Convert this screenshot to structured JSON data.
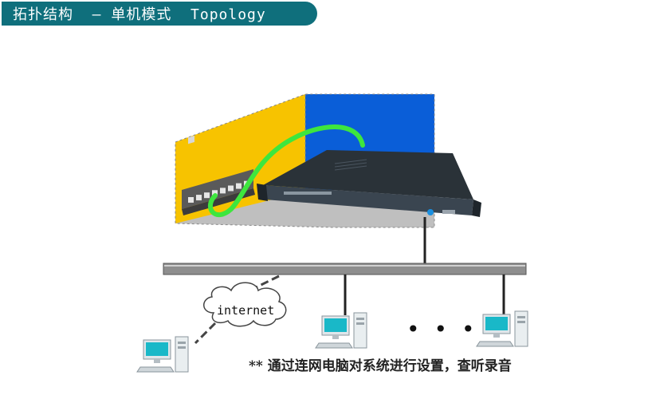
{
  "title": {
    "text": "拓扑结构  – 单机模式  Topology"
  },
  "diagram": {
    "cloud_label": "internet",
    "dots": "•••",
    "note": "** 通过连网电脑对系统进行设置，查听录音"
  },
  "colors": {
    "title_bg": "#0f6f7c",
    "wall_yellow": "#f7c300",
    "wall_blue": "#0a5ed8",
    "floor_gray": "#bfbfbf",
    "cable_green": "#3ee63e",
    "backbone": "#8e8e8e",
    "device_body": "#2a3238"
  },
  "icons": {
    "cloud": "cloud-icon",
    "computer": "desktop-computer-icon",
    "recorder": "recording-device-icon",
    "switch": "network-switch-icon"
  }
}
